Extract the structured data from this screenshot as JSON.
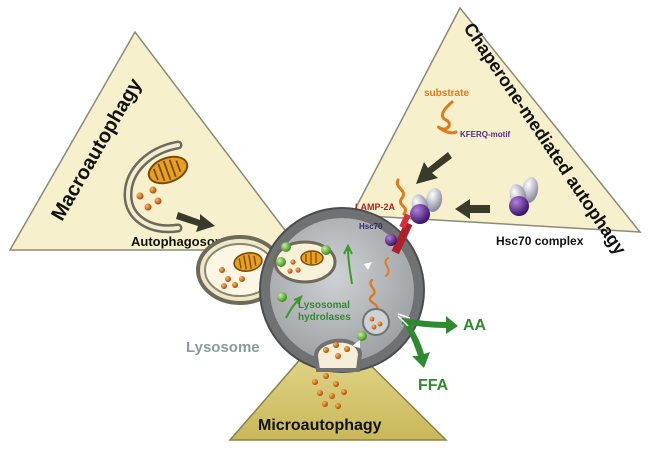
{
  "labels": {
    "macroautophagy": "Macroautophagy",
    "autophagosome": "Autophagosome",
    "chaperone_mediated": "Chaperone-mediated autophagy",
    "substrate": "substrate",
    "kferq": "KFERQ-motif",
    "lamp2a": "LAMP-2A",
    "hsc70": "Hsc70",
    "hsc70_complex": "Hsc70 complex",
    "lysosomal_hydrolases_1": "Lysosomal",
    "lysosomal_hydrolases_2": "hydrolases",
    "lysosome": "Lysosome",
    "aa": "AA",
    "ffa": "FFA",
    "microautophagy": "Microautophagy"
  },
  "colors": {
    "panel_fill": "#f7f0cc",
    "panel_stroke": "#8a8a7a",
    "micro_fill": "#dccf78",
    "lysosome_outer": "#6f7173",
    "lysosome_inner": "#b9bcbe",
    "green_text": "#2f8a2f",
    "lysosome_text": "#8a9aa0",
    "orange": "#e07a1a",
    "purple": "#5a2a86",
    "dark_arrow": "#3a3a2a"
  },
  "icons": [
    "mitochondrion-icon",
    "lamp2a-receptor-icon",
    "hsc70-complex-icon",
    "arrow-icon"
  ]
}
